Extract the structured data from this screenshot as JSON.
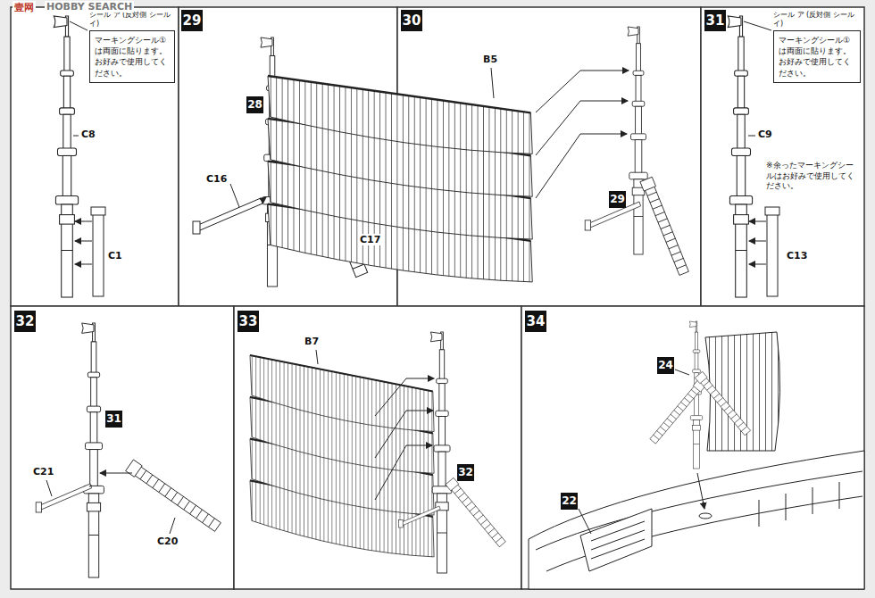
{
  "diagram": {
    "nodes": [
      {
        "text": [
          "シール ア (反対側 シール イ)",
          "マーキングシール①は両面に貼ります。お好みで使用してください。"
        ]
      },
      {
        "text": [
          "シール ア (反対側 シール イ)",
          "マーキングシール①は両面に貼ります。お好みで使用してください。"
        ]
      }
    ],
    "labels": [
      "壹网",
      "HOBBY SEARCH",
      "C8",
      "C1",
      "29",
      "28",
      "C16",
      "C17",
      "30",
      "B5",
      "29",
      "31",
      "C9",
      "※余ったマーキングシールはお好みで使用してください。",
      "C13",
      "32",
      "31",
      "C21",
      "C20",
      "33",
      "B7",
      "32",
      "34",
      "24",
      "22"
    ]
  }
}
